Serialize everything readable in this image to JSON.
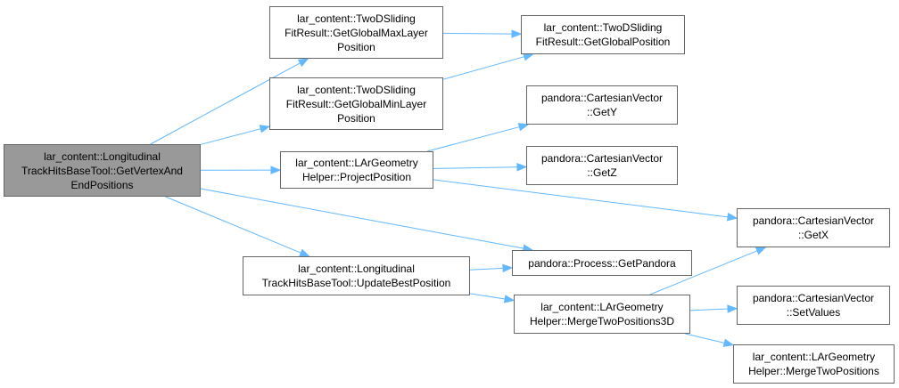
{
  "nodes": {
    "root": "lar_content::Longitudinal\nTrackHitsBaseTool::GetVertexAnd\nEndPositions",
    "getGlobalMaxLayer": "lar_content::TwoDSliding\nFitResult::GetGlobalMaxLayer\nPosition",
    "getGlobalMinLayer": "lar_content::TwoDSliding\nFitResult::GetGlobalMinLayer\nPosition",
    "getGlobalPosition": "lar_content::TwoDSliding\nFitResult::GetGlobalPosition",
    "projectPosition": "lar_content::LArGeometry\nHelper::ProjectPosition",
    "getY": "pandora::CartesianVector\n::GetY",
    "getZ": "pandora::CartesianVector\n::GetZ",
    "getX": "pandora::CartesianVector\n::GetX",
    "updateBestPosition": "lar_content::Longitudinal\nTrackHitsBaseTool::UpdateBestPosition",
    "getPandora": "pandora::Process::GetPandora",
    "mergeTwoPositions3D": "lar_content::LArGeometry\nHelper::MergeTwoPositions3D",
    "setValues": "pandora::CartesianVector\n::SetValues",
    "mergeTwoPositions": "lar_content::LArGeometry\nHelper::MergeTwoPositions"
  },
  "edges": [
    [
      "root",
      "getGlobalMaxLayer"
    ],
    [
      "root",
      "getGlobalMinLayer"
    ],
    [
      "root",
      "projectPosition"
    ],
    [
      "root",
      "getPandora"
    ],
    [
      "root",
      "updateBestPosition"
    ],
    [
      "getGlobalMaxLayer",
      "getGlobalPosition"
    ],
    [
      "getGlobalMinLayer",
      "getGlobalPosition"
    ],
    [
      "projectPosition",
      "getY"
    ],
    [
      "projectPosition",
      "getZ"
    ],
    [
      "projectPosition",
      "getX"
    ],
    [
      "updateBestPosition",
      "getPandora"
    ],
    [
      "updateBestPosition",
      "mergeTwoPositions3D"
    ],
    [
      "mergeTwoPositions3D",
      "getX"
    ],
    [
      "mergeTwoPositions3D",
      "setValues"
    ],
    [
      "mergeTwoPositions3D",
      "mergeTwoPositions"
    ]
  ],
  "colors": {
    "edge": "#63b8ff",
    "node_border": "#666666",
    "root_fill": "#999999"
  }
}
